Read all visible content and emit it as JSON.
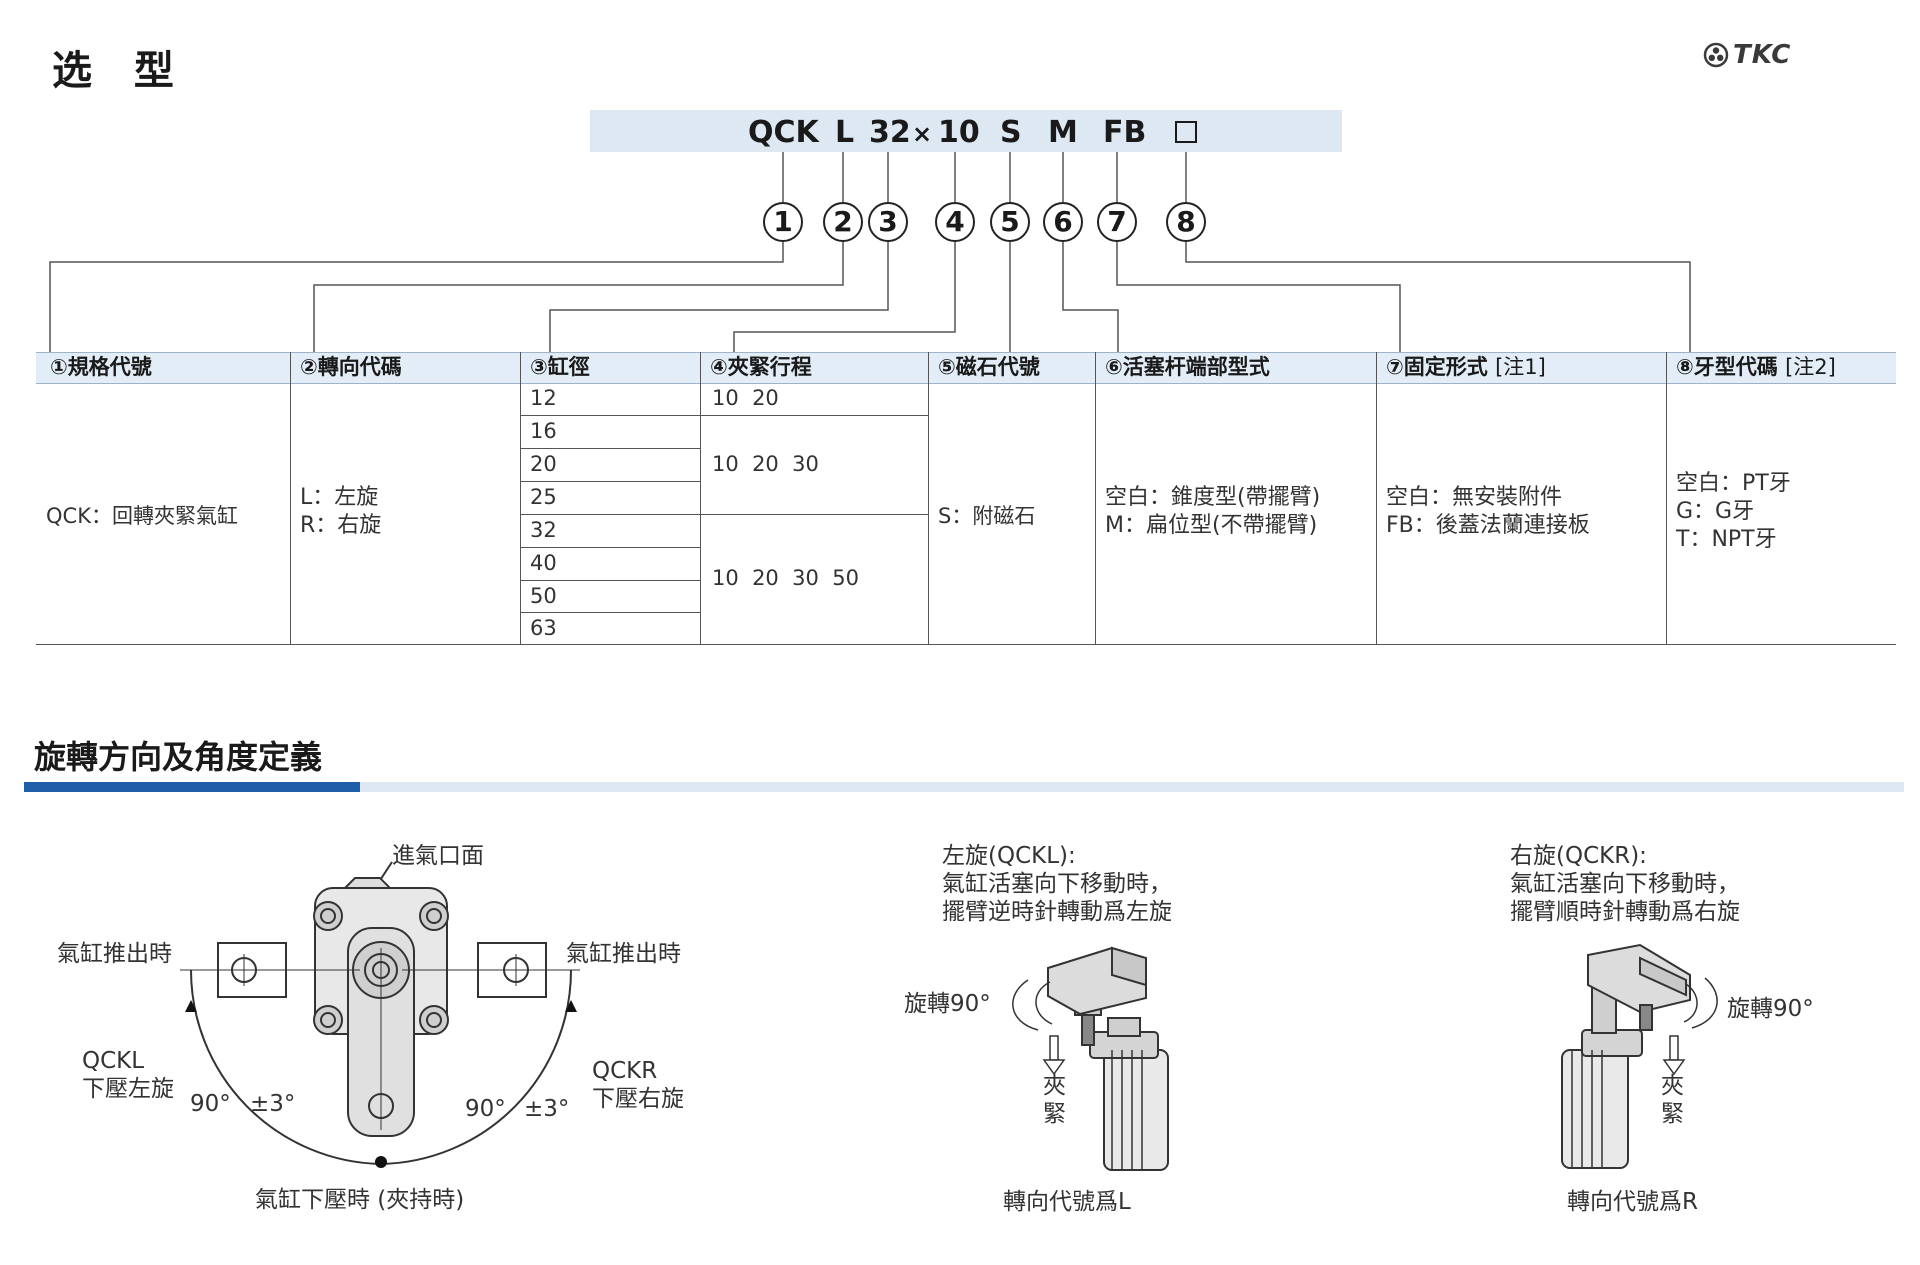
{
  "header": {
    "title": "选 型",
    "logo_text": "TKC"
  },
  "model_code": {
    "parts": [
      "QCK",
      "L",
      "32",
      "×",
      "10",
      "S",
      "M",
      "FB"
    ],
    "suffix_box": "□"
  },
  "markers": [
    "1",
    "2",
    "3",
    "4",
    "5",
    "6",
    "7",
    "8"
  ],
  "table": {
    "headers": [
      {
        "num": "①",
        "label": "規格代號",
        "note": ""
      },
      {
        "num": "②",
        "label": "轉向代碼",
        "note": ""
      },
      {
        "num": "③",
        "label": "缸徑",
        "note": ""
      },
      {
        "num": "④",
        "label": "夾緊行程",
        "note": ""
      },
      {
        "num": "⑤",
        "label": "磁石代號",
        "note": ""
      },
      {
        "num": "⑥",
        "label": "活塞杆端部型式",
        "note": ""
      },
      {
        "num": "⑦",
        "label": "固定形式",
        "note": "[注1]"
      },
      {
        "num": "⑧",
        "label": "牙型代碼",
        "note": "[注2]"
      }
    ],
    "spec": "QCK：回轉夾緊氣缸",
    "direction": "L：左旋\nR：右旋",
    "bores": [
      "12",
      "16",
      "20",
      "25",
      "32",
      "40",
      "50",
      "63"
    ],
    "strokes": [
      "10  20",
      "10  20  30",
      "10  20  30  50"
    ],
    "magnet": "S：附磁石",
    "rod_end": "空白：錐度型(帶擺臂)\nM：扁位型(不帶擺臂)",
    "mounting": "空白：無安裝附件\nFB：後蓋法蘭連接板",
    "thread": "空白：PT牙\nG：G牙\nT：NPT牙"
  },
  "section2": {
    "title": "旋轉方向及角度定義"
  },
  "diagram_left": {
    "inlet": "進氣口面",
    "push_left": "氣缸推出時",
    "push_right": "氣缸推出時",
    "qckl": "QCKL\n下壓左旋",
    "qckr": "QCKR\n下壓右旋",
    "angle_left": "90°",
    "tol_left": "±3°",
    "angle_right": "90°",
    "tol_right": "±3°",
    "bottom": "氣缸下壓時 (夾持時)"
  },
  "diagram_mid": {
    "desc": "左旋(QCKL):\n氣缸活塞向下移動時，\n擺臂逆時針轉動爲左旋",
    "rotate": "旋轉90°",
    "clamp": "夾\n緊",
    "caption": "轉向代號爲L"
  },
  "diagram_right": {
    "desc": "右旋(QCKR):\n氣缸活塞向下移動時，\n擺臂順時針轉動爲右旋",
    "rotate": "旋轉90°",
    "clamp": "夾\n緊",
    "caption": "轉向代號爲R"
  }
}
